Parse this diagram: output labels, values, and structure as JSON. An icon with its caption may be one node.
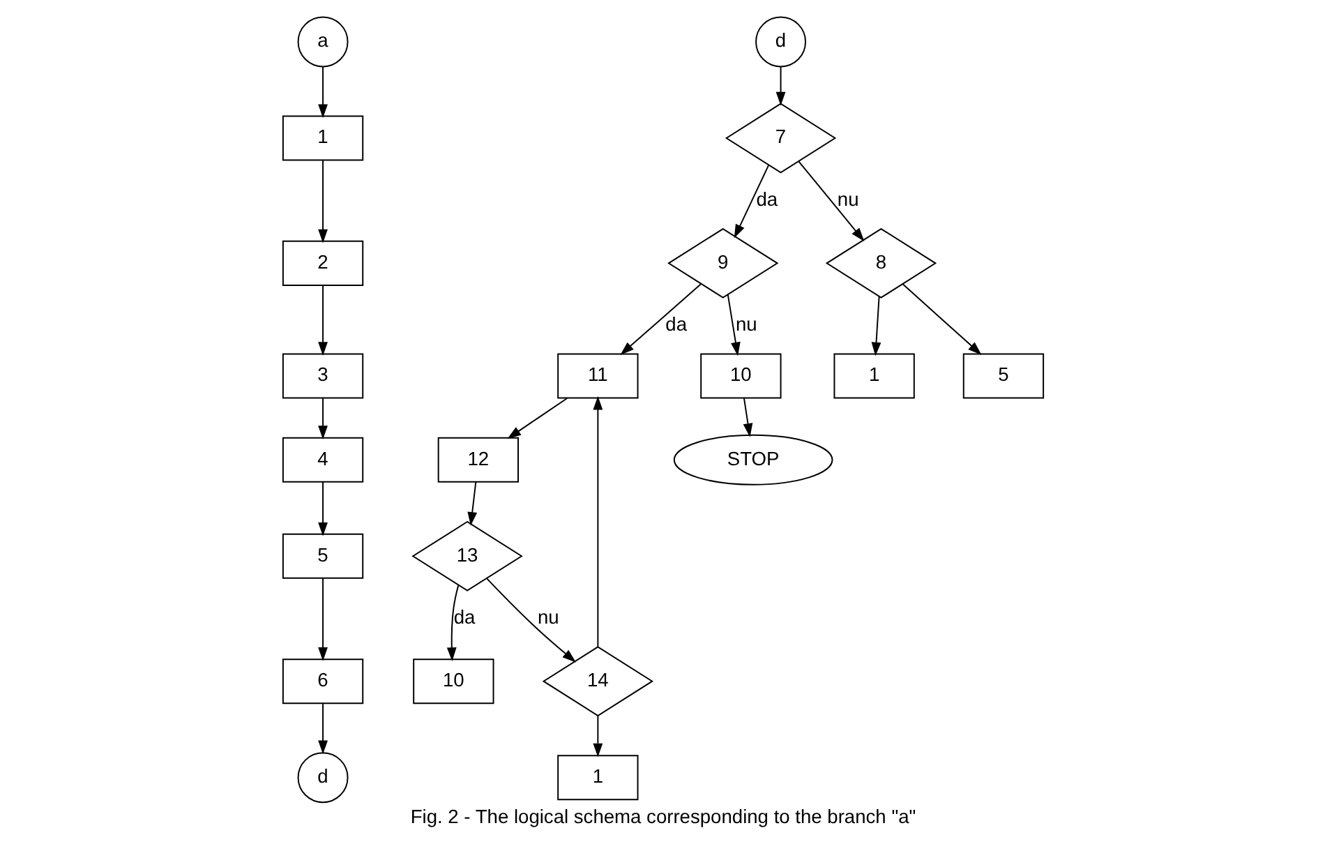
{
  "diagram": {
    "caption": "Fig. 2 - The logical schema corresponding to the branch \"a\"",
    "nodes": [
      {
        "text": [
          "a"
        ]
      },
      {
        "text": [
          "1"
        ]
      },
      {
        "text": [
          "2"
        ]
      },
      {
        "text": [
          "3"
        ]
      },
      {
        "text": [
          "4"
        ]
      },
      {
        "text": [
          "5"
        ]
      },
      {
        "text": [
          "6"
        ]
      },
      {
        "text": [
          "d"
        ]
      },
      {
        "text": [
          "d"
        ]
      },
      {
        "text": [
          "7"
        ]
      },
      {
        "text": [
          "9"
        ]
      },
      {
        "text": [
          "8"
        ]
      },
      {
        "text": [
          "11"
        ]
      },
      {
        "text": [
          "10"
        ]
      },
      {
        "text": [
          "1"
        ]
      },
      {
        "text": [
          "5"
        ]
      },
      {
        "text": [
          "12"
        ]
      },
      {
        "text": [
          "STOP"
        ]
      },
      {
        "text": [
          "13"
        ]
      },
      {
        "text": [
          "10"
        ]
      },
      {
        "text": [
          "14"
        ]
      },
      {
        "text": [
          "1"
        ]
      }
    ],
    "edges": [
      {
        "from": 0,
        "to": 1,
        "arrow": "to"
      },
      {
        "from": 1,
        "to": 2,
        "arrow": "to"
      },
      {
        "from": 2,
        "to": 3,
        "arrow": "to"
      },
      {
        "from": 3,
        "to": 4,
        "arrow": "to"
      },
      {
        "from": 4,
        "to": 5,
        "arrow": "to"
      },
      {
        "from": 5,
        "to": 6,
        "arrow": "to"
      },
      {
        "from": 6,
        "to": 7,
        "arrow": "to"
      },
      {
        "from": 8,
        "to": 9,
        "arrow": "to"
      },
      {
        "from": 9,
        "to": 10,
        "arrow": "to",
        "label": "da"
      },
      {
        "from": 9,
        "to": 11,
        "arrow": "to",
        "label": "nu"
      },
      {
        "from": 10,
        "to": 12,
        "arrow": "to",
        "label": "da"
      },
      {
        "from": 10,
        "to": 13,
        "arrow": "to",
        "label": "nu"
      },
      {
        "from": 11,
        "to": 14,
        "arrow": "to"
      },
      {
        "from": 11,
        "to": 15,
        "arrow": "to"
      },
      {
        "from": 12,
        "to": 16,
        "arrow": "to"
      },
      {
        "from": 13,
        "to": 17,
        "arrow": "to"
      },
      {
        "from": 16,
        "to": 18,
        "arrow": "to"
      },
      {
        "from": 18,
        "to": 19,
        "arrow": "to",
        "label": "da"
      },
      {
        "from": 18,
        "to": 20,
        "arrow": "to",
        "label": "nu"
      },
      {
        "from": 20,
        "to": 21,
        "arrow": "to"
      },
      {
        "from": 20,
        "to": 12,
        "arrow": "to"
      }
    ]
  }
}
